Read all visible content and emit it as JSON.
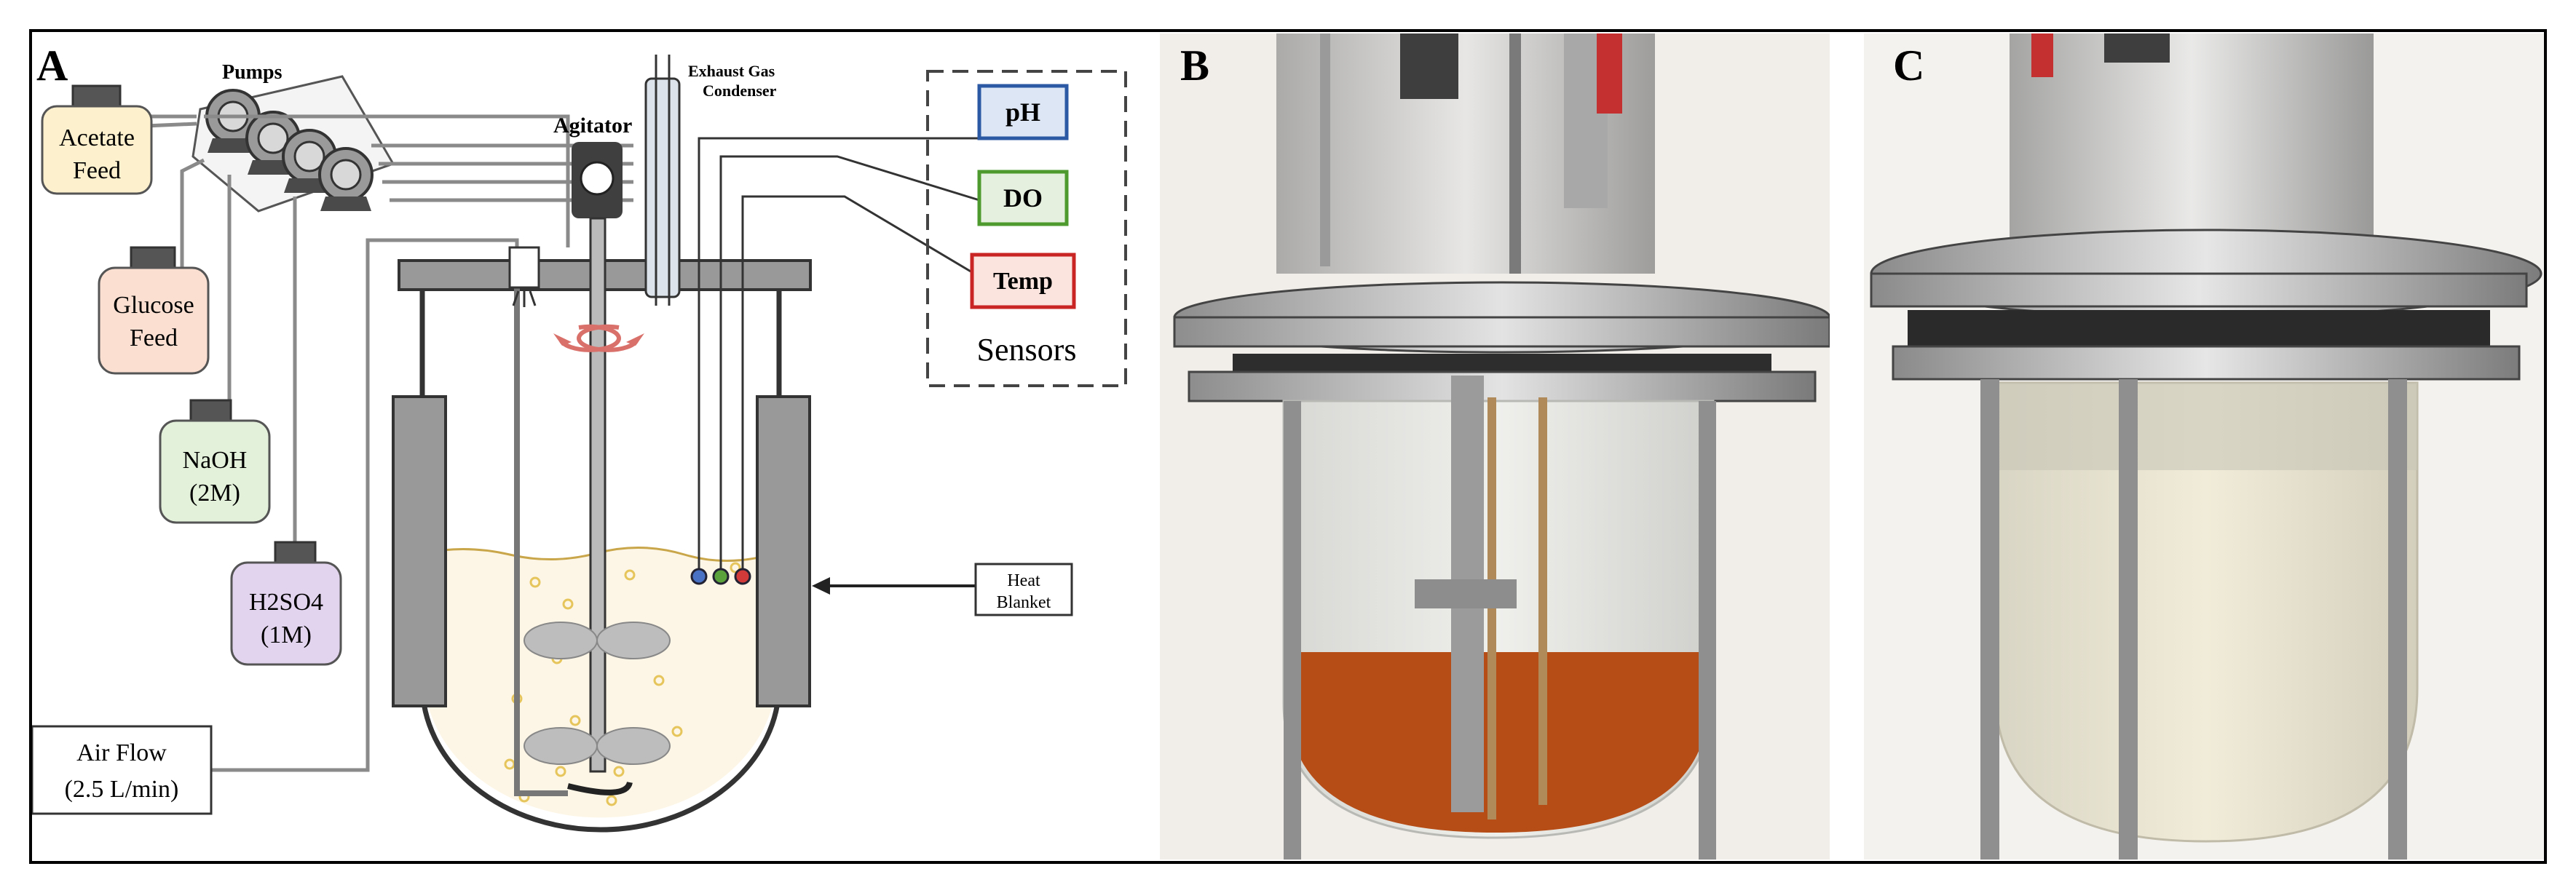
{
  "panels": {
    "a": {
      "letter": "A"
    },
    "b": {
      "letter": "B"
    },
    "c": {
      "letter": "C"
    }
  },
  "labels": {
    "pumps": "Pumps",
    "acetate_feed_line1": "Acetate",
    "acetate_feed_line2": "Feed",
    "glucose_feed_line1": "Glucose",
    "glucose_feed_line2": "Feed",
    "naoh_line1": "NaOH",
    "naoh_line2": "(2M)",
    "h2so4_line1": "H2SO4",
    "h2so4_line2": "(1M)",
    "air_flow_line1": "Air Flow",
    "air_flow_line2": "(2.5 L/min)",
    "agitator": "Agitator",
    "exhaust_line1": "Exhaust Gas",
    "exhaust_line2": "Condenser",
    "ph": "pH",
    "do": "DO",
    "temp": "Temp",
    "sensors": "Sensors",
    "heat_line1": "Heat",
    "heat_line2": "Blanket"
  },
  "colors": {
    "acetate_fill": "#fdf0cc",
    "glucose_fill": "#fbe0d2",
    "naoh_fill": "#e3f1da",
    "h2so4_fill": "#e2d3ee",
    "ph_fill": "#dde6f4",
    "ph_stroke": "#2c59a3",
    "do_fill": "#e5f1de",
    "do_stroke": "#4e9a2f",
    "temp_fill": "#fbe4de",
    "temp_stroke": "#c92525",
    "medium": "#fdf6e6",
    "arrow_red": "#d9706a",
    "liquid_b": "#b64c16",
    "liquid_c": "#e8e2cf"
  }
}
